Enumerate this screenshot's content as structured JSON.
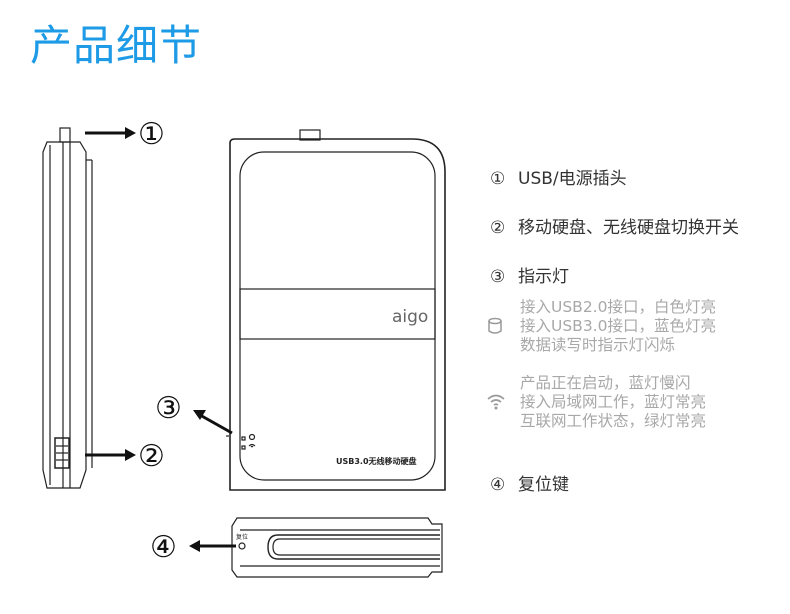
{
  "title": "产品细节",
  "callouts": [
    "①",
    "②",
    "③",
    "④"
  ],
  "device": {
    "logo": "aigo",
    "model_label": "USB3.0无线移动硬盘",
    "reset_label": "复位"
  },
  "features": [
    {
      "num": "①",
      "label": "USB/电源插头"
    },
    {
      "num": "②",
      "label": "移动硬盘、无线硬盘切换开关"
    },
    {
      "num": "③",
      "label": "指示灯"
    },
    {
      "num": "④",
      "label": "复位键"
    }
  ],
  "indicators": [
    {
      "icon": "disk-icon",
      "lines": [
        "接入USB2.0接口，白色灯亮",
        "接入USB3.0接口，蓝色灯亮",
        "数据读写时指示灯闪烁"
      ]
    },
    {
      "icon": "wifi-icon",
      "lines": [
        "产品正在启动，蓝灯慢闪",
        "接入局域网工作，蓝灯常亮",
        "互联网工作状态，绿灯常亮"
      ]
    }
  ],
  "colors": {
    "title": "#1e9be6",
    "text": "#333333",
    "subtext": "#a8a8a8"
  }
}
